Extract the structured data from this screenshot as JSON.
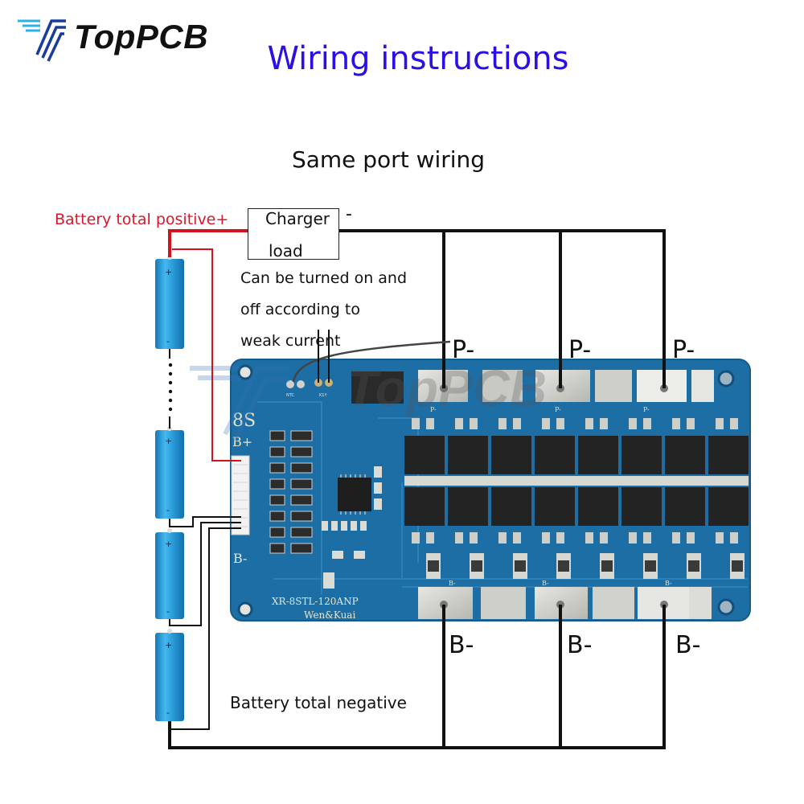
{
  "brand": {
    "logo_text": "TopPCB",
    "logo_icon": "stylized-t-stripes-icon",
    "accent_color": "#1a3c9c"
  },
  "header": {
    "title": "Wiring instructions",
    "title_color": "#2a10e6",
    "subtitle": "Same port wiring"
  },
  "labels": {
    "battery_total_positive": "Battery total positive+",
    "battery_total_negative": "Battery total negative",
    "charger_line1": "Charger",
    "charger_line2": "load",
    "charger_minus": "-",
    "note_lines": [
      "Can be turned on and",
      "off according to",
      "weak current"
    ],
    "p_ports": [
      "P-",
      "P-",
      "P-"
    ],
    "b_ports": [
      "B-",
      "B-",
      "B-"
    ]
  },
  "board": {
    "cell_count_label": "8S",
    "b_plus_label": "B+",
    "b_minus_label": "B-",
    "model": "XR-8STL-120ANP",
    "maker": "Wen&Kuai",
    "pad_label_p": "P-",
    "pad_label_b": "B-",
    "ntc_label": "NTC",
    "sw_label": "K1Y",
    "pcb_color": "#1a6fa6",
    "mosfet_columns": 8
  },
  "batteries": {
    "cell_color": "#2aa0dc",
    "plus_glyph": "+",
    "minus_glyph": "-",
    "shown_cells": 4,
    "ellipsis": "dotted"
  },
  "colors": {
    "positive_wire": "#d4121f",
    "negative_wire": "#111111"
  }
}
